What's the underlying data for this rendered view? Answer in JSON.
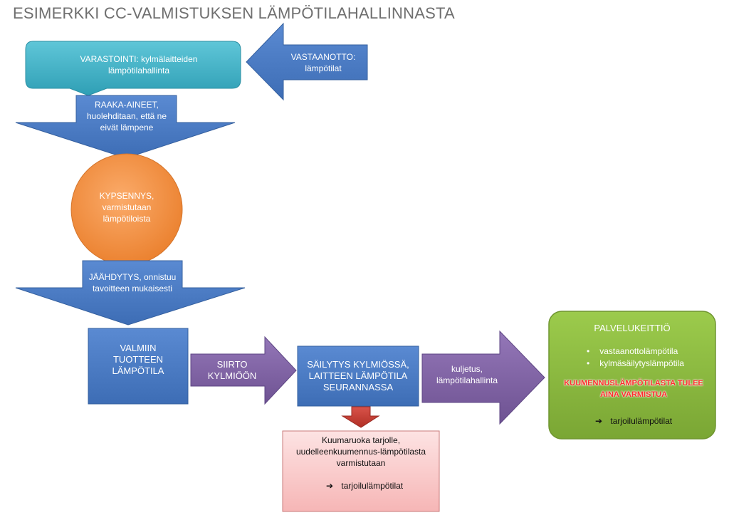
{
  "title": "ESIMERKKI CC-VALMISTUKSEN LÄMPÖTILAHALLINNASTA",
  "colors": {
    "teal": "#3cb2c6",
    "blue": "#4a7bc4",
    "orange": "#f79646",
    "purple": "#8064a2",
    "green": "#8cb83d",
    "red": "#c0392b",
    "pink": "#f8c8c8"
  },
  "nodes": {
    "varastointi": "VARASTOINTI: kylmälaitteiden lämpötilahallinta",
    "vastaanotto": "VASTAANOTTO: lämpötilat",
    "raaka_aineet": "RAAKA-AINEET, huolehditaan, että ne eivät lämpene",
    "kypsennys": "KYPSENNYS, varmistutaan lämpötiloista",
    "jaahdytys": "JÄÄHDYTYS, onnistuu tavoitteen mukaisesti",
    "valmiin": "VALMIIN TUOTTEEN LÄMPÖTILA",
    "siirto": "SIIRTO KYLMIÖÖN",
    "sailytys": "SÄILYTYS KYLMIÖSSÄ, LAITTEEN LÄMPÖTILA SEURANNASSA",
    "kuljetus": "kuljetus, lämpötilahallinta",
    "kuumaruoka": "Kuumaruoka tarjolle, uudelleenkuumennus-lämpötilasta varmistutaan",
    "kuumaruoka_item": "tarjoilulämpötilat"
  },
  "palvelukeittio": {
    "title": "PALVELUKEITTIÖ",
    "items": [
      "vastaanottolämpötila",
      "kylmäsäilytyslämpötila"
    ],
    "warning": "KUUMENNUSLÄMPÖTILASTA TULEE AINA VARMISTUA",
    "result": "tarjoilulämpötilat"
  }
}
